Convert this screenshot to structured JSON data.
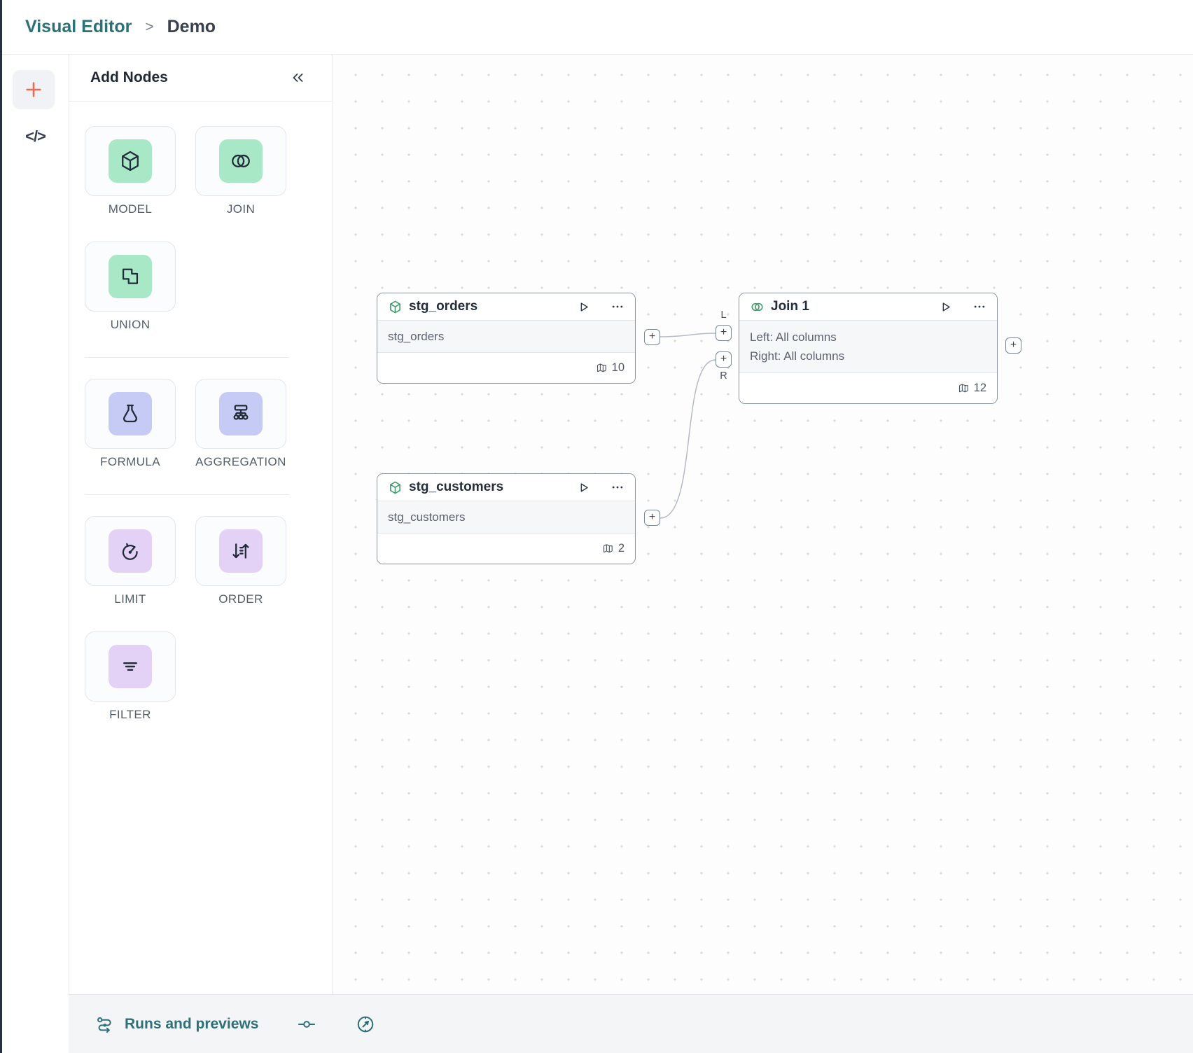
{
  "breadcrumb": {
    "section": "Visual Editor",
    "separator": ">",
    "page": "Demo"
  },
  "toolbar": {
    "add_label": "+",
    "code_label": "</>"
  },
  "panel": {
    "title": "Add Nodes",
    "collapse_icon": "chevrons-left",
    "items": [
      {
        "label": "MODEL",
        "icon": "model-cube-icon",
        "tile_color": "#a9e8c6"
      },
      {
        "label": "JOIN",
        "icon": "join-venn-icon",
        "tile_color": "#a9e8c6"
      },
      {
        "label": "UNION",
        "icon": "union-shapes-icon",
        "tile_color": "#a9e8c6"
      },
      {
        "label": "FORMULA",
        "icon": "formula-flask-icon",
        "tile_color": "#c5cbf4"
      },
      {
        "label": "AGGREGATION",
        "icon": "aggregation-tree-icon",
        "tile_color": "#c5cbf4"
      },
      {
        "label": "LIMIT",
        "icon": "limit-gauge-icon",
        "tile_color": "#e3d2f6"
      },
      {
        "label": "ORDER",
        "icon": "order-sort-icon",
        "tile_color": "#e3d2f6"
      },
      {
        "label": "FILTER",
        "icon": "filter-lines-icon",
        "tile_color": "#e3d2f6"
      }
    ]
  },
  "canvas": {
    "port_plus": "+",
    "nodes": [
      {
        "id": "stg_orders",
        "type": "model",
        "title": "stg_orders",
        "subtitle": "stg_orders",
        "column_count": "10"
      },
      {
        "id": "stg_customers",
        "type": "model",
        "title": "stg_customers",
        "subtitle": "stg_customers",
        "column_count": "2"
      },
      {
        "id": "join_1",
        "type": "join",
        "title": "Join 1",
        "left_summary": "Left: All columns",
        "right_summary": "Right: All columns",
        "column_count": "12",
        "left_port_label": "L",
        "right_port_label": "R"
      }
    ]
  },
  "statusbar": {
    "runs_label": "Runs and previews"
  },
  "colors": {
    "accent_teal": "#2c7176",
    "accent_orange": "#f0694c",
    "node_icon_green": "#3e9e68",
    "tile_mint": "#a9e8c6",
    "tile_indigo": "#c5cbf4",
    "tile_lavender": "#e3d2f6",
    "node_border": "#8b93a2",
    "edge": "#b5bac4",
    "dot_grid": "#d6d9df"
  }
}
